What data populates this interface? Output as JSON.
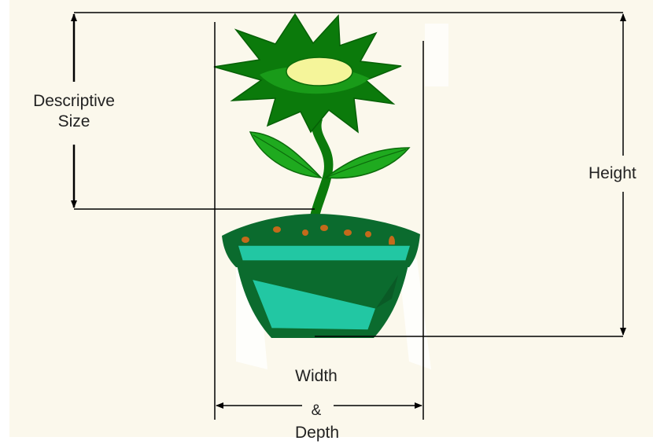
{
  "labels": {
    "descriptive_line1": "Descriptive",
    "descriptive_line2": "Size",
    "height": "Height",
    "width_line1": "Width",
    "width_line2": "&",
    "width_line3": "Depth"
  },
  "colors": {
    "background": "#fbf8ec",
    "leaf_dark": "#0b7a0b",
    "leaf_mid": "#1faa1f",
    "flower_center": "#f5f59a",
    "pot_teal": "#22c7a3",
    "pot_dark": "#0b6b2e",
    "soil_dots": "#c46a1b",
    "dimension_line": "#000000"
  },
  "icons": {
    "flower": "potted-plant-illustration"
  }
}
